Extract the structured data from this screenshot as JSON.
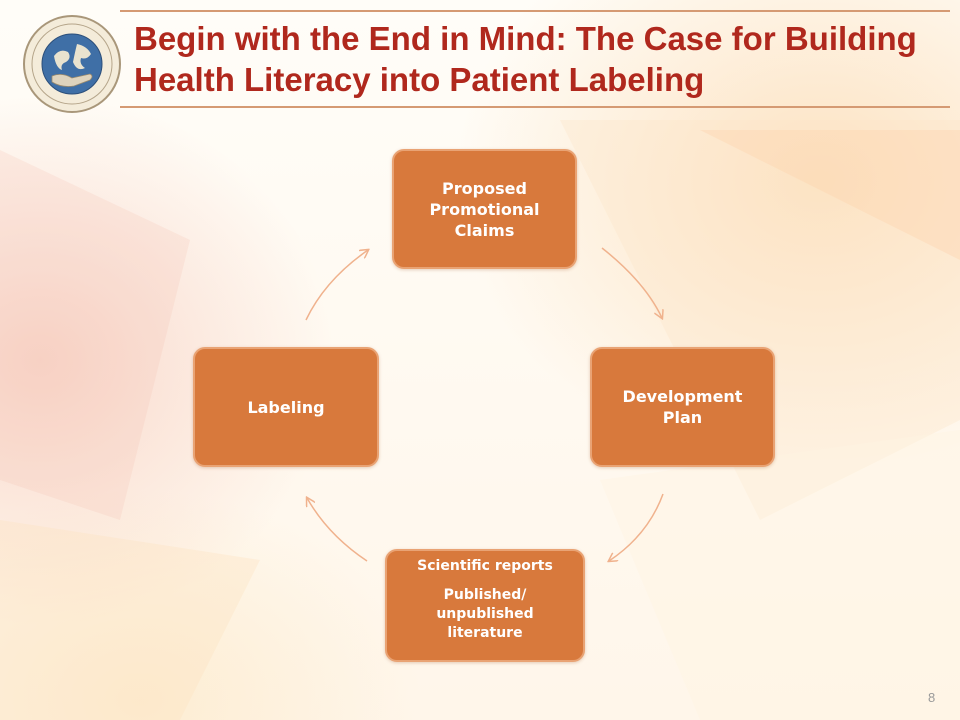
{
  "title": "Begin with the End in Mind: The Case for Building Health Literacy into Patient Labeling",
  "diagram": {
    "type": "cycle",
    "nodes": [
      {
        "id": "claims",
        "label": "Proposed Promotional Claims"
      },
      {
        "id": "dev",
        "label": "Development Plan"
      },
      {
        "id": "sci",
        "label_line1": "Scientific reports",
        "label_line2": "Published/ unpublished literature"
      },
      {
        "id": "labeling",
        "label": "Labeling"
      }
    ],
    "edges": [
      [
        "claims",
        "dev"
      ],
      [
        "dev",
        "sci"
      ],
      [
        "sci",
        "labeling"
      ],
      [
        "labeling",
        "claims"
      ]
    ]
  },
  "colors": {
    "title": "#b0281d",
    "node_fill": "#d8793c",
    "node_border": "#e9a374",
    "arrow": "#f0b28d",
    "rule": "#d59a73"
  },
  "page_number": "8"
}
